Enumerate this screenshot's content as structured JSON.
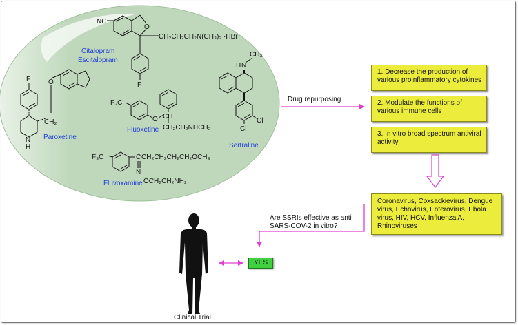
{
  "drugs": {
    "citalopram": "Citalopram",
    "escitalopram": "Escitalopram",
    "paroxetine": "Paroxetine",
    "fluoxetine": "Fluoxetine",
    "sertraline": "Sertraline",
    "fluvoxamine": "Fluvoxamine"
  },
  "chem_text": {
    "cit_cn": "NC",
    "cit_o": "O",
    "cit_chain": "CH₂CH₂CH₂N(CH₃)₂ ·HBr",
    "cit_f": "F",
    "par_f": "F",
    "par_o": "O",
    "par_ch2": "CH₂",
    "par_nh": "N",
    "par_h": "H",
    "flu_cf3": "F₃C",
    "flu_o": "O",
    "flu_ch": "CH",
    "flu_chain": "CH₂CH₂NHCH₃",
    "ser_n": "N",
    "ser_h": "H",
    "ser_ch3": "CH₃",
    "ser_cl1": "Cl",
    "ser_cl2": "Cl",
    "fvx_cf3": "F₃C",
    "fvx_c": "C",
    "fvx_chain": "CH₂CH₂CH₂CH₂OCH₃",
    "fvx_n": "N",
    "fvx_oxchain": "OCH₂CH₂NH₂"
  },
  "arrow_label": "Drug repurposing",
  "mechanisms": [
    "1. Decrease the production of various proinflammatory cytokines",
    "2. Modulate the functions of various immune cells",
    "3. In vitro broad spectrum antiviral activity"
  ],
  "viruses": "Coronavirus, Coxsackievirus, Dengue virus, Echovirus, Enterovirus, Ebola virus, HIV, HCV, Influenza A, Rhinoviruses",
  "question": "Are SSRIs effective as anti SARS-COV-2 in vitro?",
  "answer": "YES",
  "clinical_trial": "Clinical Trial",
  "colors": {
    "ellipse_fill": "#bfd8bc",
    "box_fill": "#ecec3c",
    "yes_fill": "#3fd13f",
    "arrow": "#e040d0",
    "label_blue": "#1f3fd6"
  }
}
